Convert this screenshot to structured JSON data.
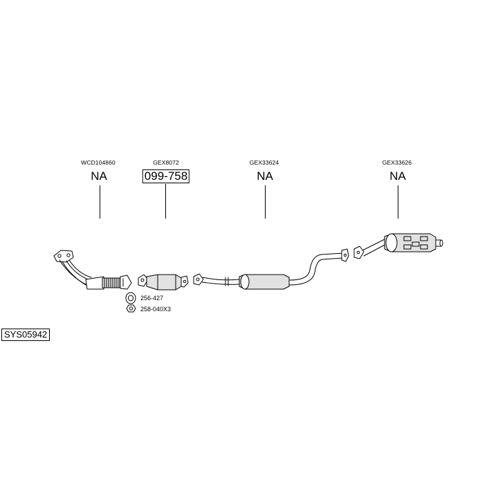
{
  "parts": [
    {
      "ref": "WCD104860",
      "number": "NA",
      "boxed": false
    },
    {
      "ref": "GEX8072",
      "number": "099-758",
      "boxed": true
    },
    {
      "ref": "GEX33624",
      "number": "NA",
      "boxed": false
    },
    {
      "ref": "GEX33626",
      "number": "NA",
      "boxed": false
    }
  ],
  "accessories": [
    {
      "code": "256-427",
      "icon": "gasket-ring-icon"
    },
    {
      "code": "258-040X3",
      "icon": "hex-nut-icon"
    }
  ],
  "system_id": "SYS05942",
  "colors": {
    "line": "#000000",
    "background": "#ffffff",
    "part_shade": "#d8d8d8"
  }
}
